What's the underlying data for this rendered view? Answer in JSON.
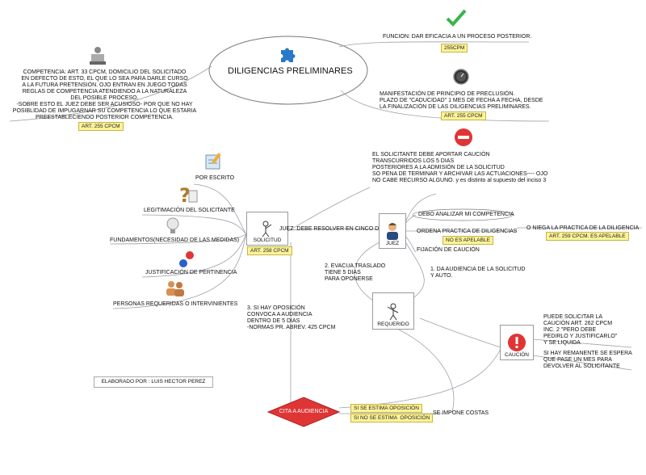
{
  "central": {
    "title": "DILIGENCIAS PRELIMINARES"
  },
  "funcion": {
    "text": "FUNCION: DAR EFICACIA A UN PROCESO POSTERIOR.",
    "ref": "255CPM"
  },
  "manifestacion": {
    "text": "MANIFESTACIÓN DE PRINCIPIO DE PRECLUSIÓN.\nPLAZO DE \"CADUCIDAD\" 1 MES DE FECHA A FECHA, DESDE\nLA FINALIZACIÓN DE LAS DILIGENCIAS PRELIMINARES.",
    "ref": "ART. 255 CPCM"
  },
  "competencia": {
    "text": "COMPETENCIA: ART. 33 CPCM, DOMICILIO DEL SOLICITADO\nEN DEFECTO DE ESTO, EL QUE LO SEA PARA DARLE CURSO\nA LA FUTURA PRETENSIÓN. OJO ENTRAN EN JUEGO TODAS\nREGLAS DE COMPETENCIA ATENDIENDO A LA NATURALEZA\nDEL POSIBLE PROCESO.\n-SOBRE ESTO EL JUEZ DEBE SER ACUSIOSO- POR QUE NO HAY\nPOSIBLIDAD DE IMPUGARNAR SU COMPETENCIA LO QUE ESTARIA\nPREESTABLECIENDO POSTERIOR COMPETENCIA.",
    "ref": "ART. 255 CPCM"
  },
  "caucion_top": {
    "text": "EL SOLICITANTE DEBE APORTAR CAUCIÓN\nTRANSCURRIDOS LOS 5 DIAS\nPOSTERIORES A LA ADMISIÓN DE LA SOLICITUD\nSO PENA DE TERMINAR Y ARCHIVAR LAS ACTUACIONES---- OJO\nNO CABE RECURSO ALGUNO. y es distinto al supuesto del inciso 3"
  },
  "solicitud": {
    "label": "SOLICITUD",
    "ref": "ART. 258 CPCM",
    "items": [
      "POR ESCRITO",
      "LEGITIMACIÓN DEL SOLICITANTE",
      "FUNDAMENTOS(NECESIDAD DE LAS MEDIDAS)",
      "JUSTIFICACIÓN DE PERTINENCIA",
      "PERSONAS REQUERIDAS O INTERVINIENTES"
    ]
  },
  "juez": {
    "label": "JUEZ",
    "edge": "JUEZ  DEBE RESOLVER EN CINCO DIAS",
    "analizar": "DEBO ANALIZAR MI COMPETENCIA",
    "ordena": "ORDENA PRACTICA DE DILIGENCIAS",
    "no_apelable": "NO ES APELABLE",
    "fijacion": "FIJACIÓN DE CAUCIÓN",
    "niega": "O NIEGA LA PRACTICA DE LA DILIGENCIA",
    "niega_ref": "ART. 259 CPCM. ES APELABLE"
  },
  "requerido": {
    "label": "REQUERIDO",
    "traslado": "2. EVACUA TRASLADO\nTIENE 5 DIAS\nPARA OPONERSE",
    "audiencia_sol": "1. DA AUDIENCIA DE LA SOLICITUD\nY AUTO."
  },
  "oposicion": "3. SI HAY OPOSICIÓN\nCONVOCA A AUDIENCIA\nDENTRO DE 5 DIAS\n-NORMAS PR. ABREV. 425 CPCM",
  "caucion": {
    "label": "CAUCIÓN",
    "puede": "PUEDE SOLICITAR LA\nCAUCIÓN ART. 262 CPCM\nINC. 2 \"PERO DEBE\nPEDIRLO Y JUSTIFICARLO\"\nY SE LIQUIDA",
    "remanente": "SI HAY REMANENTE SE ESPERA\nQUE PASE UN MES PARA\nDEVOLVER AL SOLICITANTE"
  },
  "audiencia": {
    "label": "CITA A AUDIENCIA",
    "estima": "SI SE ESTIMA OPOSICIÓN",
    "no_estima": "SI NO SE ESTIMA  OPOSICIÓN",
    "costas": "SE IMPONE COSTAS"
  },
  "credit": "ELABORADO POR : LUIS HECTOR PEREZ",
  "colors": {
    "accent": "#e03535",
    "tag": "#fbf39a",
    "line": "#9aa0a8",
    "puzzle": "#2a78c8"
  }
}
